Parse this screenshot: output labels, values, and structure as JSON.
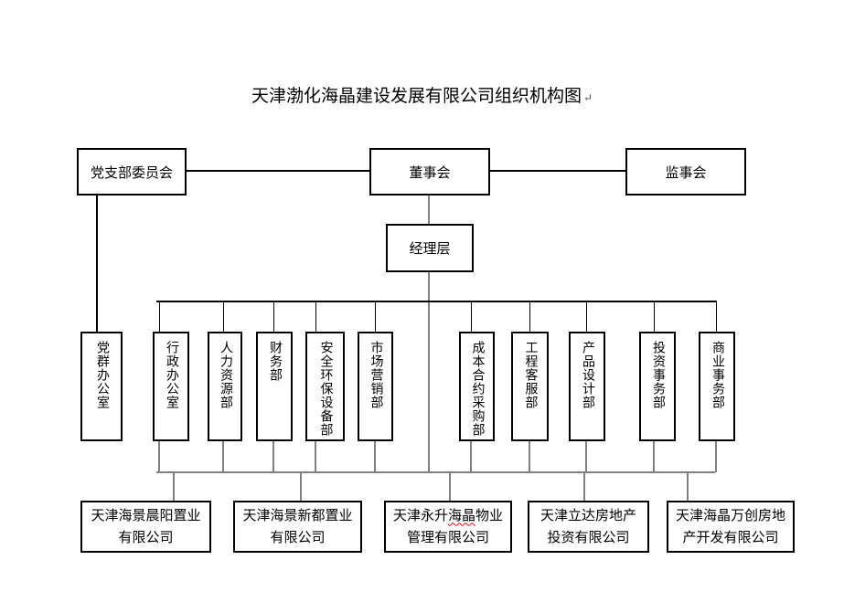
{
  "title": {
    "text": "天津渤化海晶建设发展有限公司组织机构图",
    "paragraph_mark": "↵"
  },
  "nodes": {
    "party_committee": "党支部委员会",
    "board": "董事会",
    "supervisory_board": "监事会",
    "management": "经理层",
    "party_office": "党群办公室"
  },
  "departments": [
    "行政办公室",
    "人力资源部",
    "财务部",
    "安全环保设备部",
    "市场营销部",
    "成本合约采购部",
    "工程客服部",
    "产品设计部",
    "投资事务部",
    "商业事务部"
  ],
  "companies": [
    {
      "name": "天津海景晨阳置业有限公司",
      "line1": "天津海景晨阳置业",
      "line2": "有限公司"
    },
    {
      "name": "天津海景新都置业有限公司",
      "line1": "天津海景新都置业",
      "line2": "有限公司"
    },
    {
      "name": "天津永升海晶物业管理有限公司",
      "line1_pre": "天津永升",
      "line1_wavy": "海晶",
      "line1_post": "物业",
      "line2": "管理有限公司"
    },
    {
      "name": "天津立达房地产投资有限公司",
      "line1": "天津立达房地产",
      "line2": "投资有限公司"
    },
    {
      "name": "天津海晶万创房地产开发有限公司",
      "line1": "天津海晶万创房地",
      "line2": "产开发有限公司"
    }
  ],
  "structure": {
    "board_children": [
      "经理层"
    ],
    "board_peers": [
      "党支部委员会",
      "监事会"
    ],
    "party_committee_children": [
      "党群办公室"
    ],
    "management_children": [
      "行政办公室",
      "人力资源部",
      "财务部",
      "安全环保设备部",
      "市场营销部",
      "成本合约采购部",
      "工程客服部",
      "产品设计部",
      "投资事务部",
      "商业事务部"
    ],
    "subsidiaries": [
      "天津海景晨阳置业有限公司",
      "天津海景新都置业有限公司",
      "天津永升海晶物业管理有限公司",
      "天津立达房地产投资有限公司",
      "天津海晶万创房地产开发有限公司"
    ]
  },
  "colors": {
    "line_black": "#000000",
    "line_gray": "#808080",
    "spellcheck_red": "#ff0000",
    "background": "#ffffff",
    "text": "#000000"
  }
}
